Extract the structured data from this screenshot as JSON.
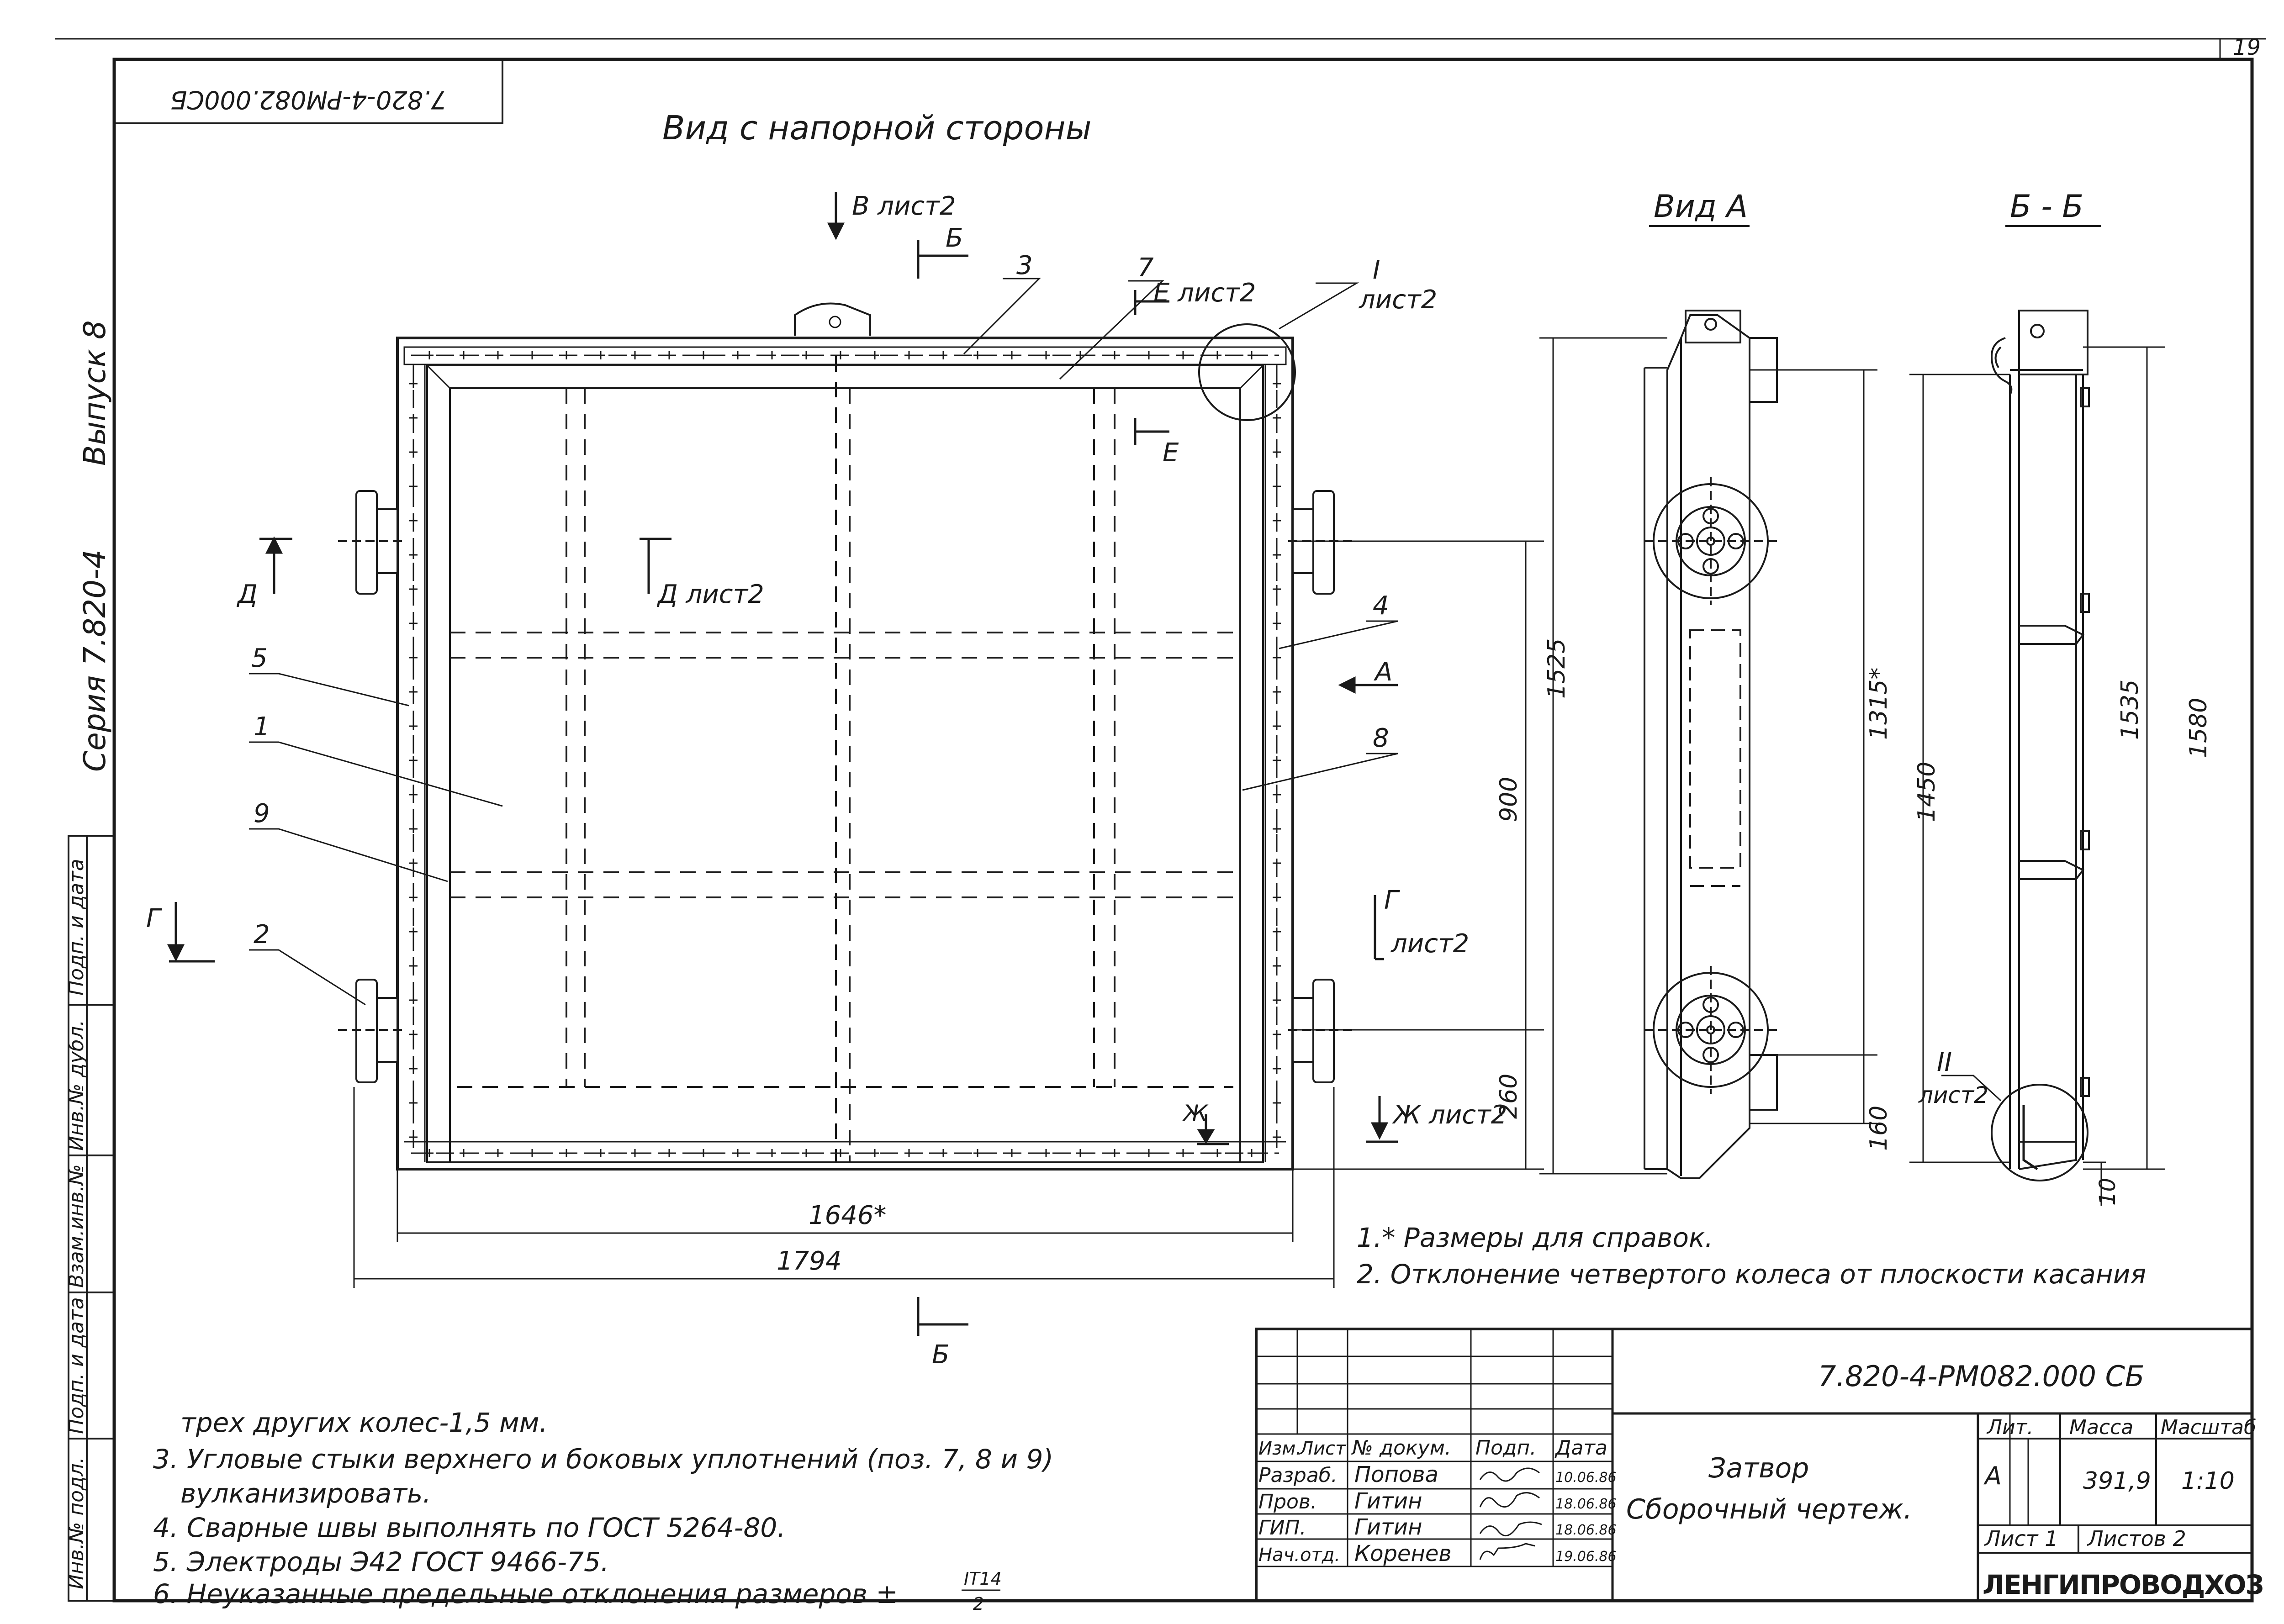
{
  "header": {
    "page_number": "19",
    "doc_code_mirrored": "7.820-4-РМ082.000СБ",
    "series_label": "Серия 7.820-4",
    "issue_label": "Выпуск 8"
  },
  "views": {
    "main_title": "Вид с напорной стороны",
    "side_title": "Вид А",
    "section_title": "Б - Б",
    "arrow_v": "В лист2",
    "arrow_b": "Б",
    "arrow_e_sheet": "Е лист2",
    "arrow_e": "Е",
    "detail_1": "I",
    "detail_1_sheet": "лист2",
    "arrow_d": "Д",
    "arrow_d_sheet": "Д лист2",
    "arrow_a": "А",
    "arrow_g_left": "Г",
    "arrow_g_sheet": "лист2",
    "arrow_g_right": "Г",
    "arrow_zh": "Ж",
    "arrow_zh_sheet": "Ж лист2",
    "detail_2": "II",
    "detail_2_sheet": "лист2"
  },
  "positions": [
    "1",
    "2",
    "3",
    "4",
    "5",
    "7",
    "8",
    "9"
  ],
  "dimensions": {
    "width_inner": "1646*",
    "width_outer": "1794",
    "h_900": "900",
    "h_260": "260",
    "h_1525": "1525",
    "h_1315": "1315*",
    "h_1450": "1450",
    "h_160": "160",
    "h_1535": "1535",
    "h_1580": "1580",
    "h_10": "10"
  },
  "notes_right": [
    "1.* Размеры для справок.",
    "2. Отклонение четвертого колеса от плоскости касания"
  ],
  "notes_left": [
    "трех других колес-1,5 мм.",
    "3. Угловые стыки верхнего и боковых уплотнений (поз. 7, 8 и 9)",
    "вулканизировать.",
    "4. Сварные швы выполнять по ГОСТ 5264-80.",
    "5. Электроды Э42 ГОСТ 9466-75.",
    "6. Неуказанные предельные отклонения размеров ±"
  ],
  "tolerance": {
    "numerator": "IT14",
    "denominator": "2"
  },
  "side_stamp": [
    "Подп. и дата",
    "Инв.№ дубл.",
    "Взам.инв.№",
    "Подп. и дата",
    "Инв.№ подл."
  ],
  "title_block": {
    "doc_code": "7.820-4-РМ082.000 СБ",
    "head": [
      "Изм.",
      "Лист",
      "№ докум.",
      "Подп.",
      "Дата"
    ],
    "rows": [
      {
        "role": "Разраб.",
        "name": "Попова",
        "date": "10.06.86"
      },
      {
        "role": "Пров.",
        "name": "Гитин",
        "date": "18.06.86"
      },
      {
        "role": "ГИП.",
        "name": "Гитин",
        "date": "18.06.86"
      },
      {
        "role": "Нач.отд.",
        "name": "Коренев",
        "date": "19.06.86"
      }
    ],
    "name_line1": "Затвор",
    "name_line2": "Сборочный чертеж.",
    "lit_label": "Лит.",
    "mass_label": "Масса",
    "scale_label": "Масштаб",
    "lit_value": "А",
    "mass_value": "391,9",
    "scale_value": "1:10",
    "sheet_label": "Лист 1",
    "sheets_label": "Листов 2",
    "org": "ЛЕНГИПРОВОДХОЗ"
  }
}
